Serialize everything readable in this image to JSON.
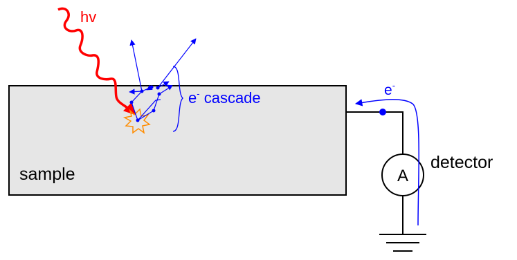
{
  "photon": {
    "label": "hv",
    "color": "#ff0000"
  },
  "cascade": {
    "label": "e",
    "superscript": "-",
    "label_rest": " cascade",
    "color": "#0000ff"
  },
  "current": {
    "label": "e",
    "superscript": "-",
    "color": "#0000ff"
  },
  "sample": {
    "label": "sample",
    "fill": "#e6e6e6"
  },
  "ammeter": {
    "symbol": "A"
  },
  "detector": {
    "label": "detector"
  },
  "colors": {
    "wire": "#000000",
    "electron": "#0000ff",
    "flash": "#ff8c00"
  }
}
